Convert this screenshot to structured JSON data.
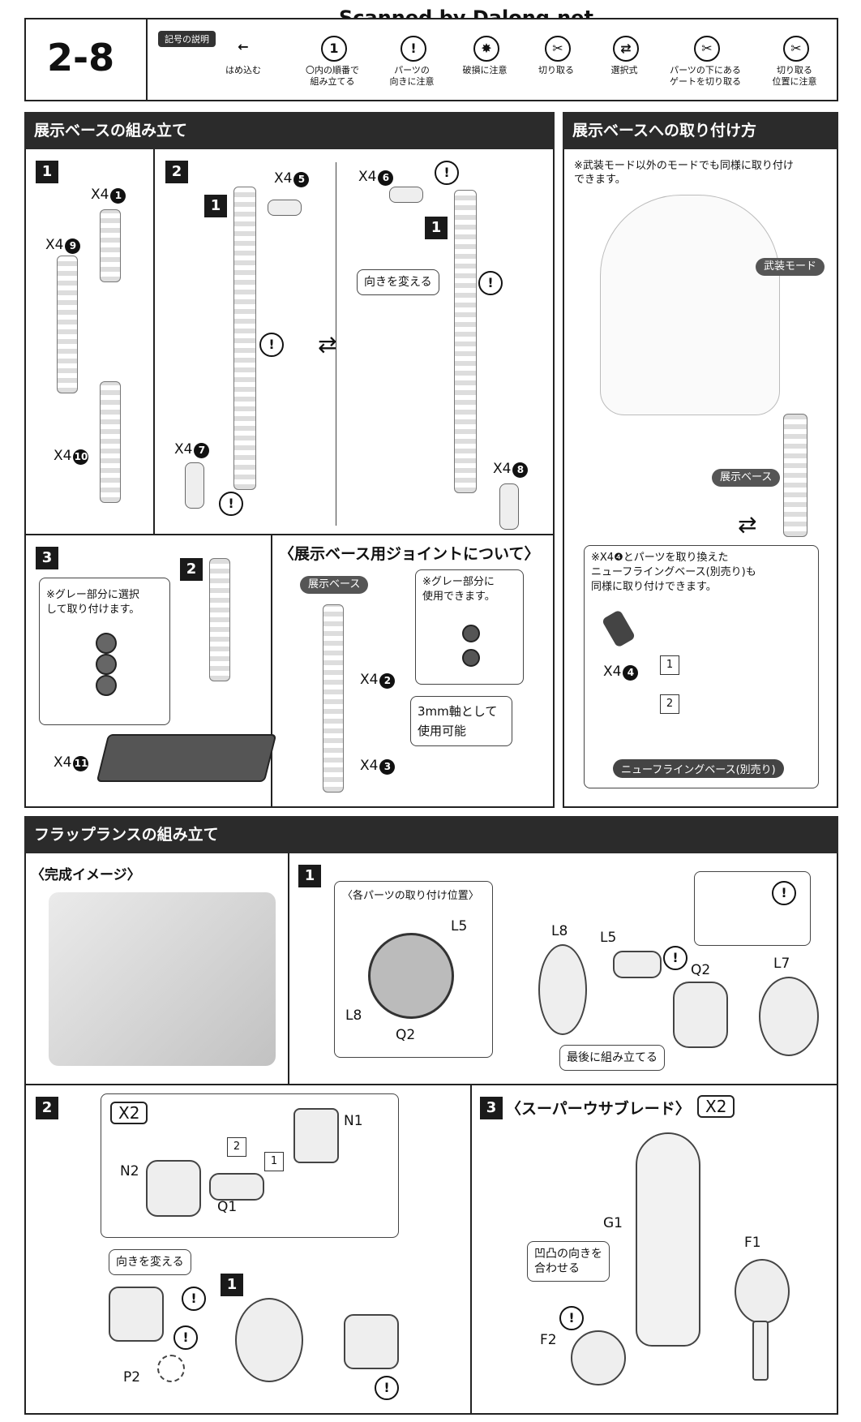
{
  "watermark": "Scanned by Dalong.net",
  "step_number": "2-8",
  "legend": {
    "title": "記号の説明",
    "items": [
      {
        "icon": "arrow-left-icon",
        "label": "はめ込む"
      },
      {
        "icon": "circled-number-icon",
        "glyph": "1",
        "label": "〇内の順番で\n組み立てる"
      },
      {
        "icon": "exclamation-icon",
        "glyph": "!",
        "label": "パーツの\n向きに注意"
      },
      {
        "icon": "damage-icon",
        "label": "破損に注意"
      },
      {
        "icon": "cut-icon",
        "label": "切り取る"
      },
      {
        "icon": "double-arrow-icon",
        "label": "選択式"
      },
      {
        "icon": "gate-cut-icon",
        "label": "パーツの下にある\nゲートを切り取る"
      },
      {
        "icon": "cut-position-icon",
        "label": "切り取る\n位置に注意"
      }
    ]
  },
  "section_base": {
    "title": "展示ベースの組み立て",
    "step1": {
      "num": "1",
      "parts": [
        {
          "qty": "X4",
          "id": "1"
        },
        {
          "qty": "X4",
          "id": "9"
        },
        {
          "qty": "X4",
          "id": "10"
        }
      ]
    },
    "step2": {
      "num": "2",
      "ref": "1",
      "parts_a": [
        {
          "qty": "X4",
          "id": "5"
        },
        {
          "qty": "X4",
          "id": "7"
        }
      ],
      "parts_b": [
        {
          "qty": "X4",
          "id": "6"
        },
        {
          "qty": "X4",
          "id": "8"
        }
      ],
      "change_orientation": "向きを変える"
    },
    "step3": {
      "num": "3",
      "ref": "2",
      "note": "※グレー部分に選択\n して取り付けます。",
      "part": {
        "qty": "X4",
        "id": "11"
      }
    }
  },
  "section_joint": {
    "title": "〈展示ベース用ジョイントについて〉",
    "label_base": "展示ベース",
    "note": "※グレー部分に\n 使用できます。",
    "parts": [
      {
        "qty": "X4",
        "id": "2"
      },
      {
        "qty": "X4",
        "id": "3"
      }
    ],
    "axis_note": "3mm軸として\n使用可能"
  },
  "section_attach": {
    "title": "展示ベースへの取り付け方",
    "note": "※武装モード以外のモードでも同様に取り付け\n できます。",
    "label_mode": "武装モード",
    "label_base": "展示ベース",
    "swap_note": "※X4❹とパーツを取り換えた\n ニューフライングベース(別売り)も\n 同様に取り付けできます。",
    "part": {
      "qty": "X4",
      "id": "4"
    },
    "order": [
      "1",
      "2"
    ],
    "label_flying": "ニューフライングベース(別売り)"
  },
  "section_flap": {
    "title": "フラップランスの組み立て",
    "image_label": "〈完成イメージ〉",
    "step1": {
      "num": "1",
      "positions_title": "〈各パーツの取り付け位置〉",
      "parts_pos": [
        "L5",
        "L8",
        "Q2"
      ],
      "parts": [
        "L8",
        "L5",
        "Q2",
        "L7"
      ],
      "assemble_last": "最後に組み立てる"
    },
    "step2": {
      "num": "2",
      "multiplier": "X2",
      "parts": [
        "N1",
        "N2",
        "Q1",
        "P2"
      ],
      "order": [
        "2",
        "1"
      ],
      "change_orientation": "向きを変える",
      "ref": "1"
    },
    "step3": {
      "num": "3",
      "title": "〈スーパーウサブレード〉",
      "multiplier": "X2",
      "parts": [
        "G1",
        "F1",
        "F2"
      ],
      "align_note": "凹凸の向きを\n合わせる"
    }
  }
}
